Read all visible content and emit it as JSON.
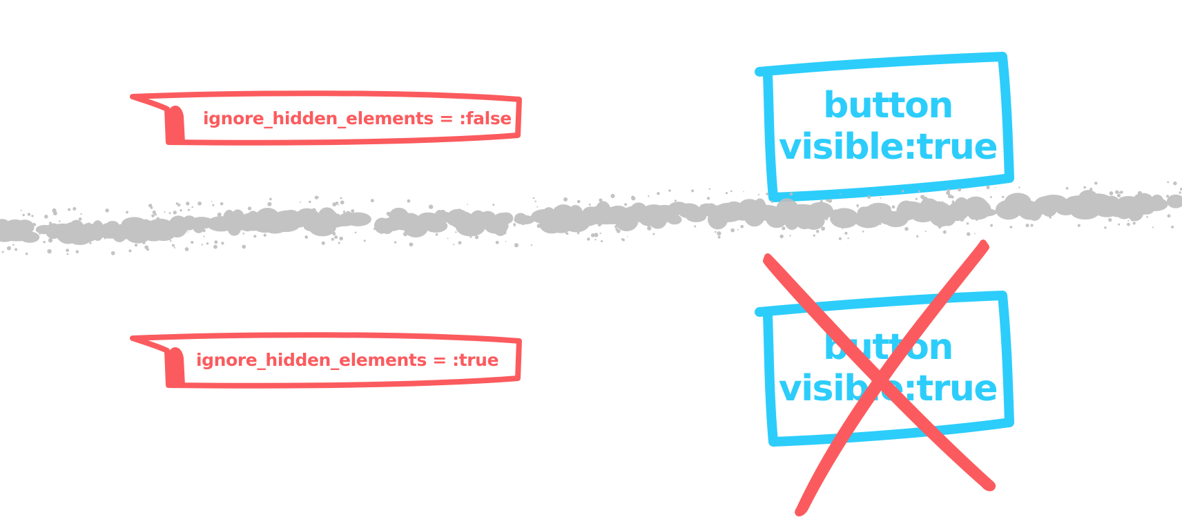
{
  "colors": {
    "option": "#fb5b5e",
    "button": "#2ccdfb",
    "separator": "#bdbdbd",
    "cross": "#fb5b5e",
    "background": "#ffffff"
  },
  "top": {
    "option_label": "ignore_hidden_elements = :false",
    "button_line1": "button",
    "button_line2": "visible:true"
  },
  "bottom": {
    "option_label": "ignore_hidden_elements = :true",
    "button_line1": "button",
    "button_line2": "visible:true",
    "excluded": true
  },
  "icons": {
    "separator": "ink-splatter-line",
    "exclusion": "cross-out-icon"
  }
}
